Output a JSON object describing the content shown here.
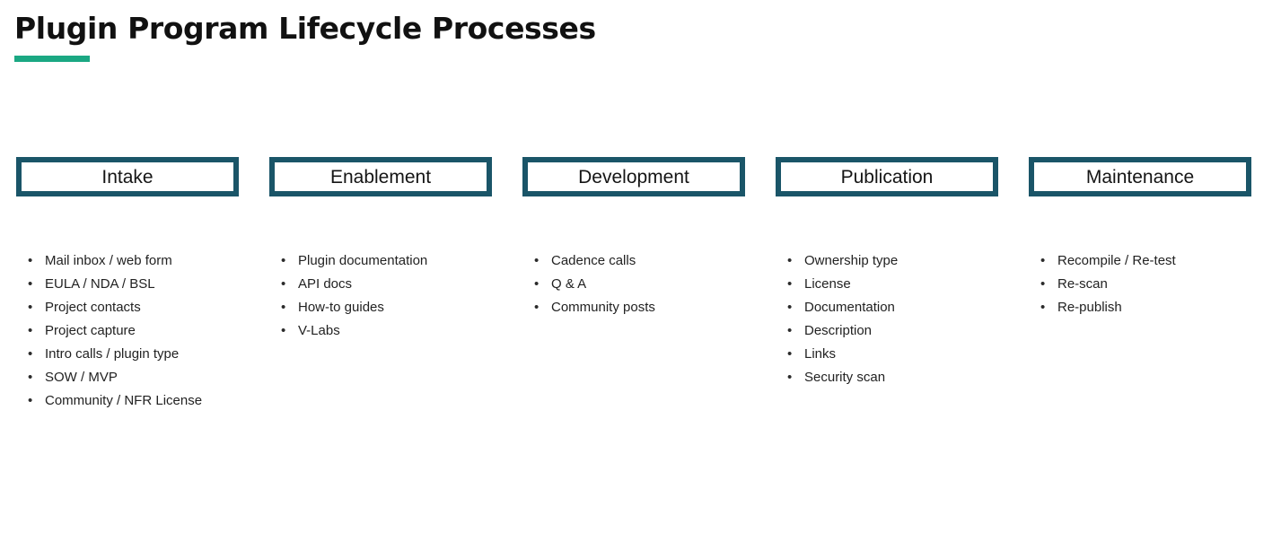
{
  "title": "Plugin Program Lifecycle Processes",
  "accent_color": "#1BA883",
  "stage_border_color": "#1A5568",
  "bullet_glyph": "•",
  "stages": [
    {
      "name": "intake",
      "label": "Intake",
      "items": [
        "Mail inbox / web form",
        "EULA / NDA / BSL",
        "Project contacts",
        "Project capture",
        "Intro calls / plugin type",
        "SOW / MVP",
        "Community / NFR License"
      ]
    },
    {
      "name": "enablement",
      "label": "Enablement",
      "items": [
        "Plugin documentation",
        "API docs",
        "How-to guides",
        "V-Labs"
      ]
    },
    {
      "name": "development",
      "label": "Development",
      "items": [
        "Cadence calls",
        "Q & A",
        "Community posts"
      ]
    },
    {
      "name": "publication",
      "label": "Publication",
      "items": [
        "Ownership type",
        "License",
        "Documentation",
        "Description",
        "Links",
        "Security scan"
      ]
    },
    {
      "name": "maintenance",
      "label": "Maintenance",
      "items": [
        "Recompile / Re-test",
        "Re-scan",
        "Re-publish"
      ]
    }
  ]
}
